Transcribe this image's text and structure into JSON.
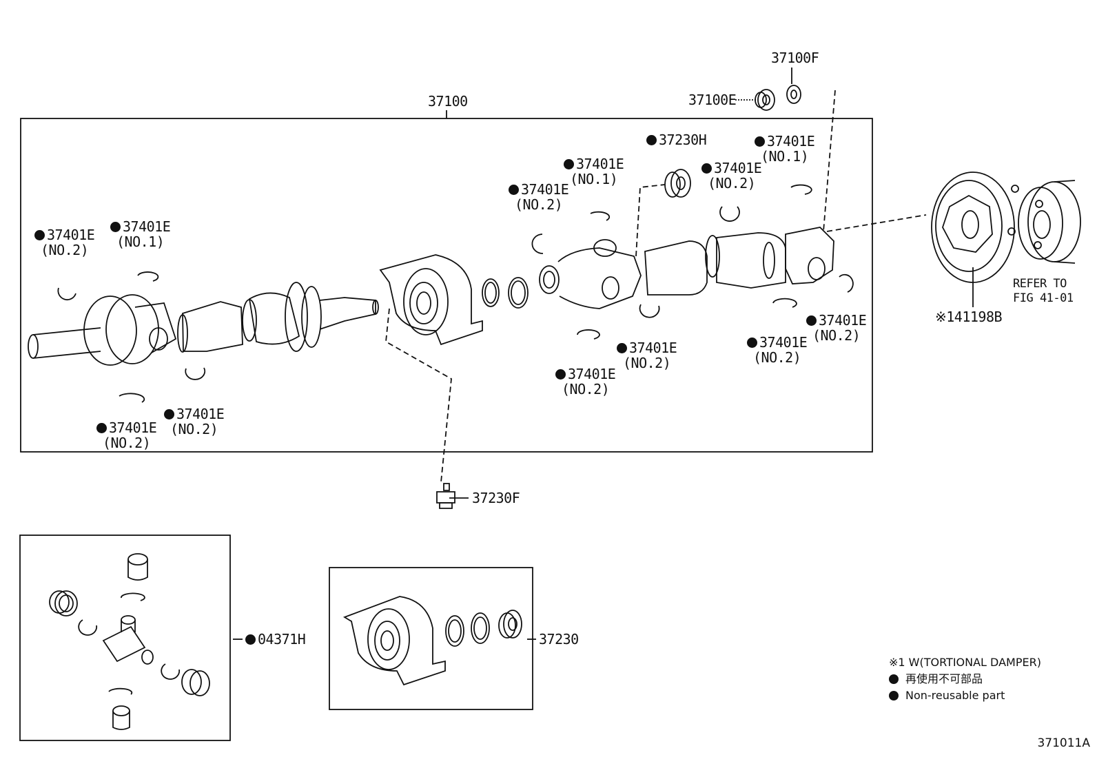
{
  "labels": {
    "assembly": "37100",
    "nut": "37100E",
    "washer": "37100F",
    "bearing_cushion": "37230H",
    "bolt": "37230F",
    "damper": "※141198B",
    "spider_kit": "04371H",
    "center_bearing": "37230",
    "snap_ring": "37401E",
    "no1": "(NO.1)",
    "no2": "(NO.2)",
    "refer_line1": "REFER TO",
    "refer_line2": "FIG 41-01"
  },
  "notes": {
    "damper_note": "※1 W(TORTIONAL DAMPER)",
    "nonreusable_jp": "再使用不可部品",
    "nonreusable_en": "Non-reusable part"
  },
  "figure_id": "371011A"
}
